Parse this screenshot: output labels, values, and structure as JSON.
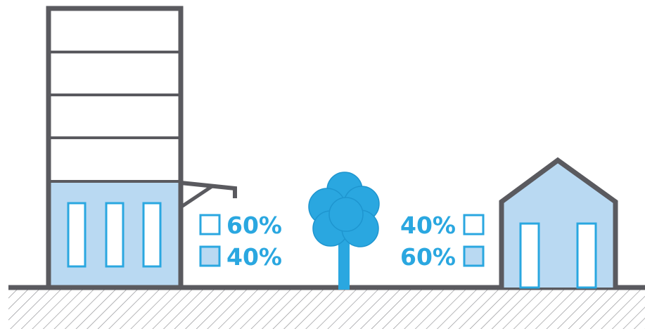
{
  "colors": {
    "outline": "#5a5a5f",
    "fill_light": "#b9d9f2",
    "accent": "#2aa7e0",
    "background": "#ffffff"
  },
  "left_building": {
    "legend": [
      {
        "value": "60%",
        "swatch": "empty"
      },
      {
        "value": "40%",
        "swatch": "filled"
      }
    ]
  },
  "right_building": {
    "legend": [
      {
        "value": "40%",
        "swatch": "empty"
      },
      {
        "value": "60%",
        "swatch": "filled"
      }
    ]
  },
  "icons": {
    "tree": "tree-icon",
    "tower": "tower-building-icon",
    "house": "house-icon",
    "ground": "ground-hatch"
  }
}
